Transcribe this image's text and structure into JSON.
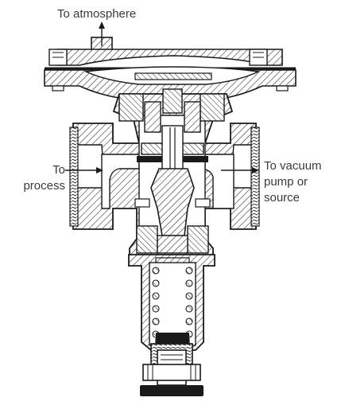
{
  "labels": {
    "top": "To atmosphere",
    "left_line1": "To",
    "left_line2": "process",
    "right_line1": "To vacuum",
    "right_line2": "pump or",
    "right_line3": "source"
  },
  "colors": {
    "ink": "#1a1a1a",
    "text": "#3a3a3a",
    "hatch": "#222222",
    "background": "#ffffff"
  }
}
